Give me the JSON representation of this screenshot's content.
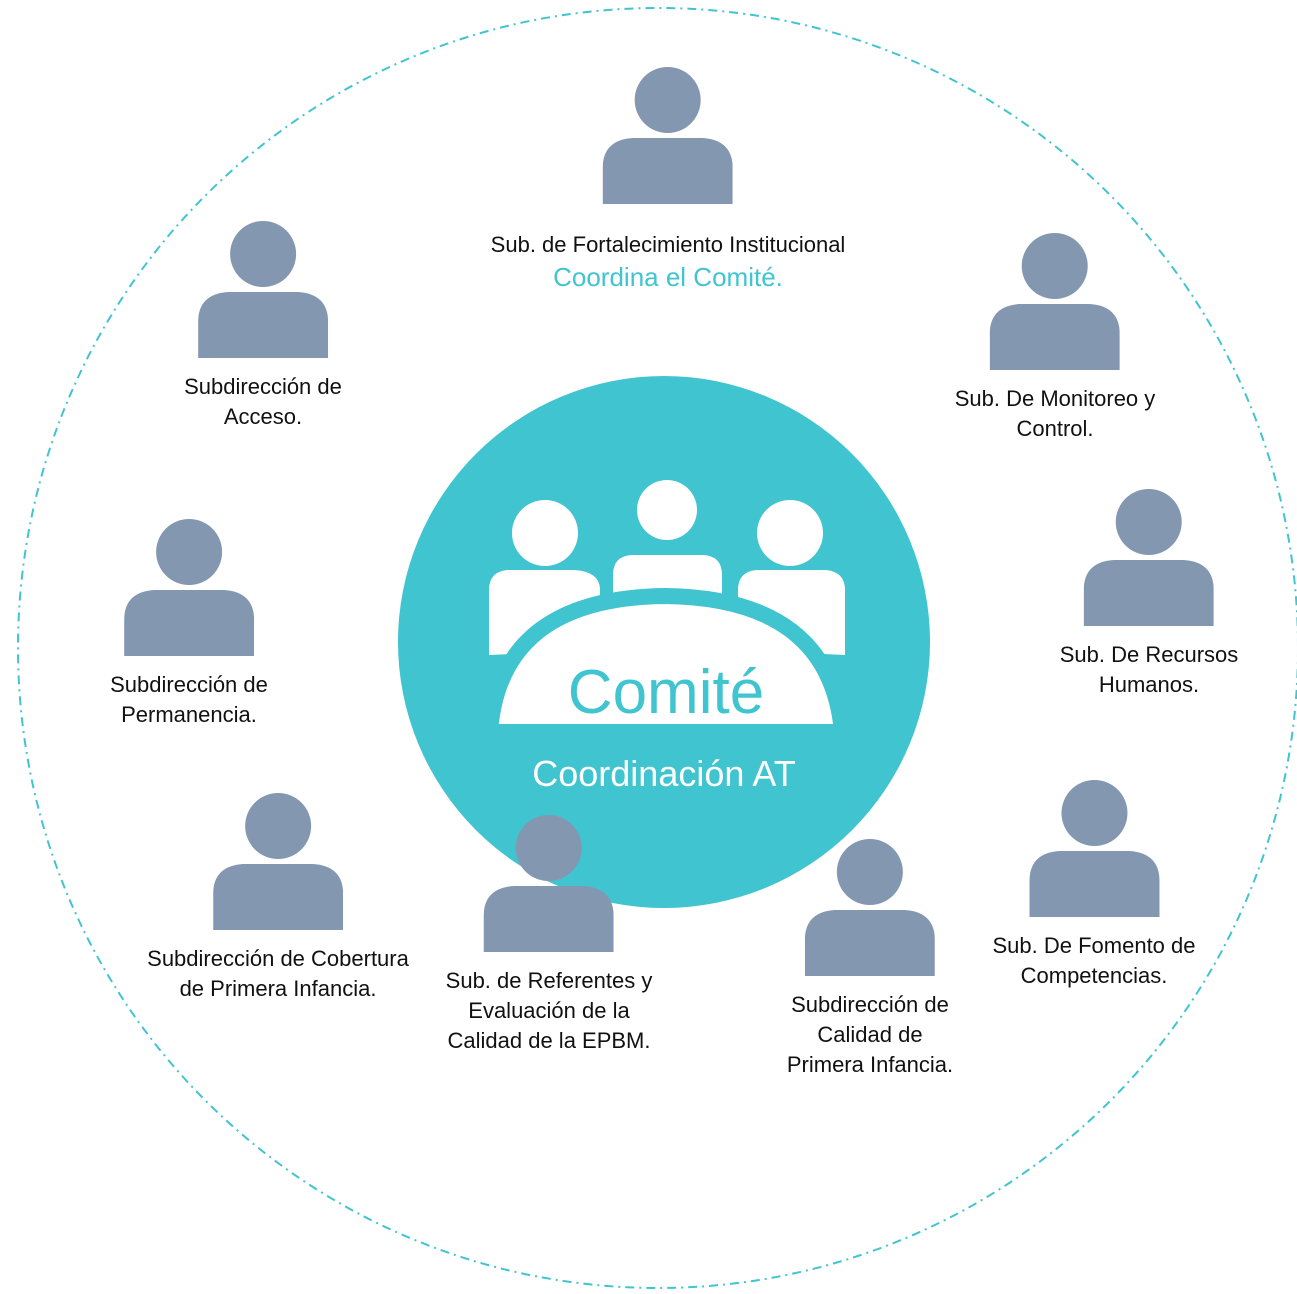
{
  "colors": {
    "accent": "#40C4D0",
    "person": "#8497B0",
    "text": "#111111",
    "white": "#FFFFFF"
  },
  "center": {
    "title": "Comité",
    "subtitle": "Coordinación AT",
    "icon": "group-meeting-icon"
  },
  "members": [
    {
      "id": "fortalecimiento",
      "icon": "person-icon",
      "lines": [
        "Sub. de Fortalecimiento Institucional"
      ],
      "note": "Coordina el Comité."
    },
    {
      "id": "monitoreo",
      "icon": "person-icon",
      "lines": [
        "Sub. De Monitoreo y",
        "Control."
      ]
    },
    {
      "id": "recursos-humanos",
      "icon": "person-icon",
      "lines": [
        "Sub. De Recursos",
        "Humanos."
      ]
    },
    {
      "id": "fomento",
      "icon": "person-icon",
      "lines": [
        "Sub. De Fomento de",
        "Competencias."
      ]
    },
    {
      "id": "calidad-primera-infancia",
      "icon": "person-icon",
      "lines": [
        "Subdirección de",
        "Calidad de",
        "Primera Infancia."
      ]
    },
    {
      "id": "referentes",
      "icon": "person-icon",
      "lines": [
        "Sub. de Referentes y",
        "Evaluación de la",
        "Calidad de la EPBM."
      ]
    },
    {
      "id": "cobertura",
      "icon": "person-icon",
      "lines": [
        "Subdirección de Cobertura",
        "de Primera Infancia."
      ]
    },
    {
      "id": "permanencia",
      "icon": "person-icon",
      "lines": [
        "Subdirección de",
        "Permanencia."
      ]
    },
    {
      "id": "acceso",
      "icon": "person-icon",
      "lines": [
        "Subdirección de",
        "Acceso."
      ]
    }
  ]
}
